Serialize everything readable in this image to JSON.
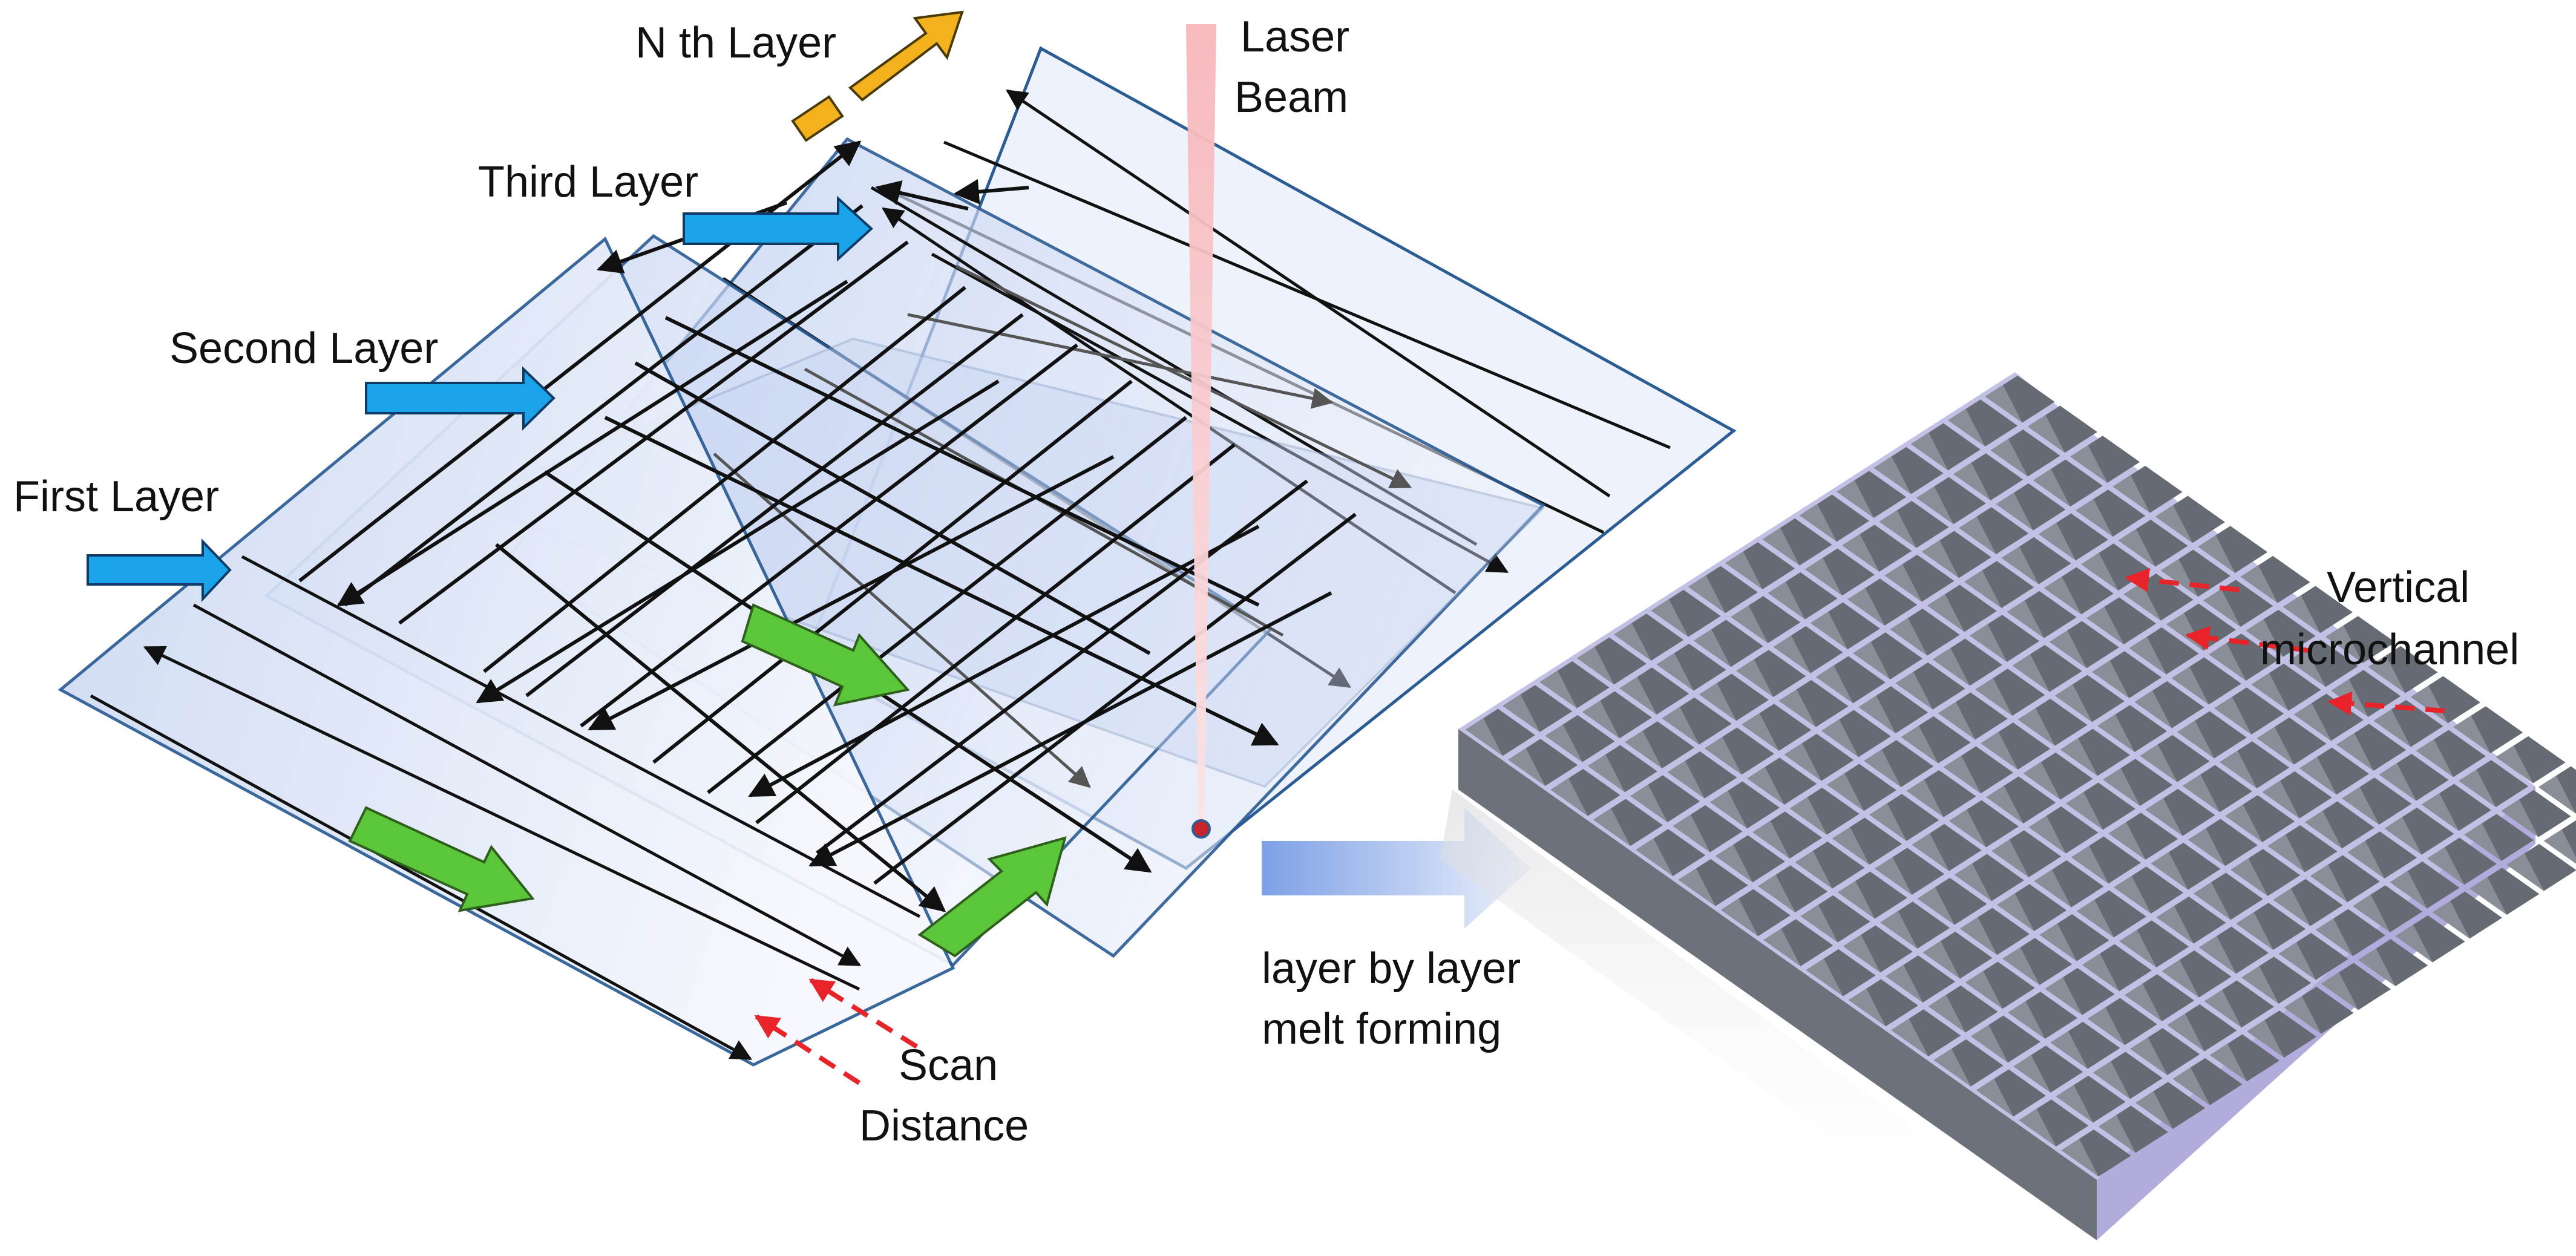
{
  "labels": {
    "nth_layer": "N th Layer",
    "laser_beam": [
      "Laser",
      "Beam"
    ],
    "third_layer": "Third Layer",
    "second_layer": "Second Layer",
    "first_layer": "First Layer",
    "vertical_microchannel": [
      "Vertical",
      "microchannel"
    ],
    "layer_by_layer": [
      "layer by layer",
      "melt forming"
    ],
    "scan_distance": [
      "Scan",
      "Distance"
    ]
  },
  "grid": {
    "rows": 15,
    "cols": 15
  },
  "colors": {
    "layer_label_arrow": "#1aa3e8",
    "nth_arrow": "#f3b21b",
    "scan_arrow": "#5cc63b",
    "laser": "#f4a3a8",
    "scan_distance_marker": "#e8242a",
    "plane_border": "#2b5c94",
    "plane_fill": "#dce6f6",
    "block_top": "#666a72",
    "block_wall": "#c3c0e6",
    "block_front": "#6d717a",
    "block_side": "#b2acdc",
    "process_arrow": "#7ea0e6"
  }
}
